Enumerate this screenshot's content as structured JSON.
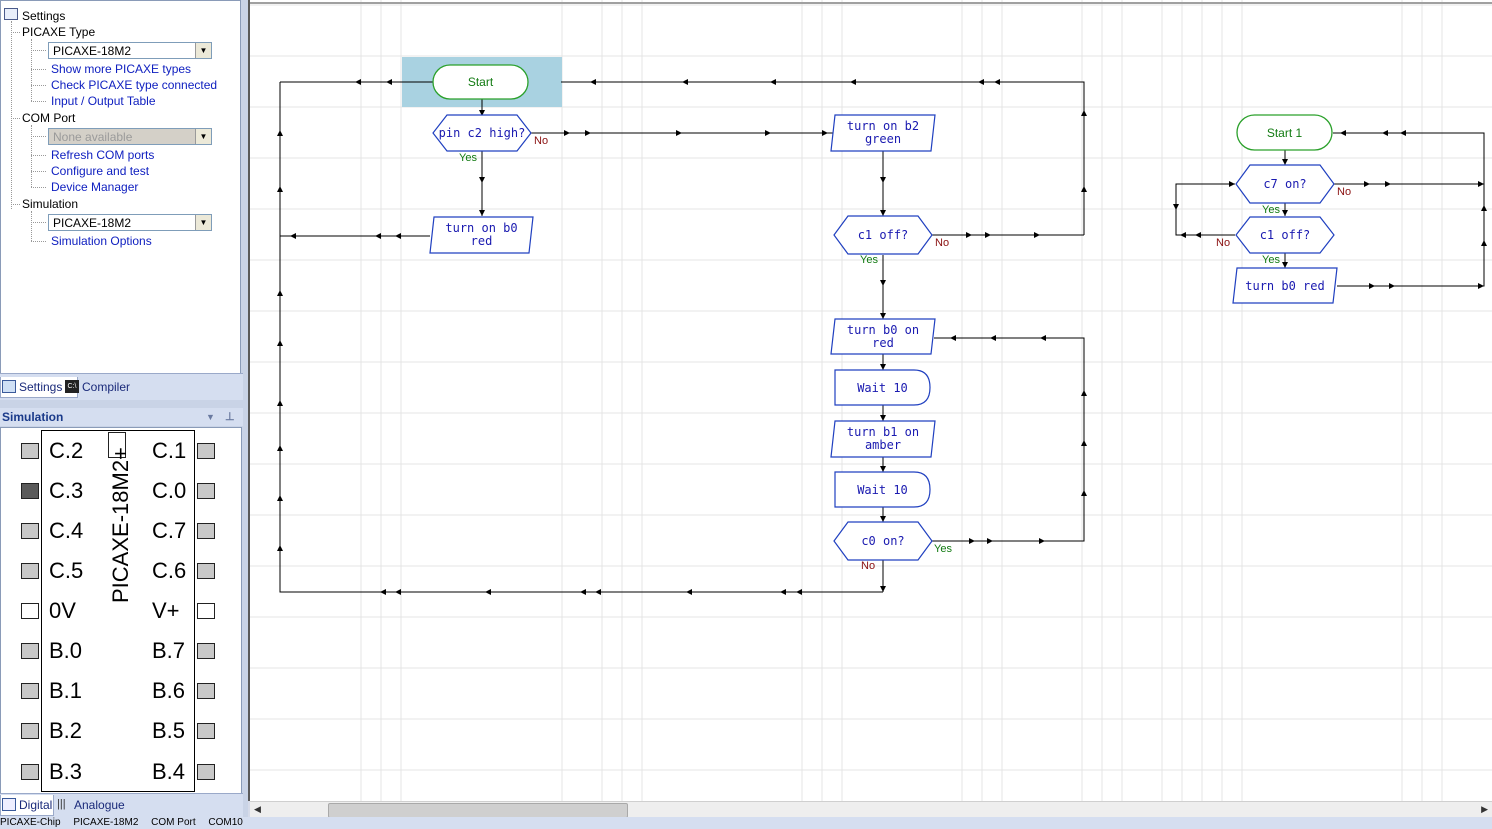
{
  "settings_tree": {
    "root": "Settings",
    "picaxe_type_label": "PICAXE Type",
    "picaxe_type_value": "PICAXE-18M2",
    "show_more": "Show more PICAXE types",
    "check_type": "Check PICAXE type connected",
    "io_table": "Input / Output Table",
    "com_port_label": "COM Port",
    "com_port_value": "None available",
    "refresh_com": "Refresh COM ports",
    "configure_test": "Configure and test",
    "device_manager": "Device Manager",
    "simulation_label": "Simulation",
    "simulation_value": "PICAXE-18M2",
    "simulation_options": "Simulation Options"
  },
  "top_tabs": {
    "settings": "Settings",
    "compiler": "Compiler"
  },
  "simulation_panel": {
    "title": "Simulation",
    "chip_name": "PICAXE-18M2+",
    "left_pins": [
      "C.2",
      "C.3",
      "C.4",
      "C.5",
      "0V",
      "B.0",
      "B.1",
      "B.2",
      "B.3"
    ],
    "right_pins": [
      "C.1",
      "C.0",
      "C.7",
      "C.6",
      "V+",
      "B.7",
      "B.6",
      "B.5",
      "B.4"
    ]
  },
  "bottom_tabs": {
    "digital": "Digital",
    "analogue": "Analogue"
  },
  "flowchart": {
    "start": "Start",
    "pin_c2": "pin c2 high?",
    "turn_on_b0_red_1": [
      "turn on b0",
      "red"
    ],
    "turn_on_b2_green": [
      "turn on b2",
      "green"
    ],
    "c1_off": "c1 off?",
    "turn_b0_on_red": [
      "turn b0 on",
      "red"
    ],
    "wait_1": "Wait 10",
    "turn_b1_on_amber": [
      "turn b1 on",
      "amber"
    ],
    "wait_2": "Wait 10",
    "c0_on": "c0 on?",
    "start1": "Start 1",
    "c7_on": "c7 on?",
    "c1_off_2": "c1 off?",
    "turn_b0_red": "turn b0 red",
    "yes": "Yes",
    "no": "No"
  },
  "status_bar": [
    "PICAXE-Chip",
    "PICAXE-18M2",
    "COM Port",
    "COM10"
  ]
}
